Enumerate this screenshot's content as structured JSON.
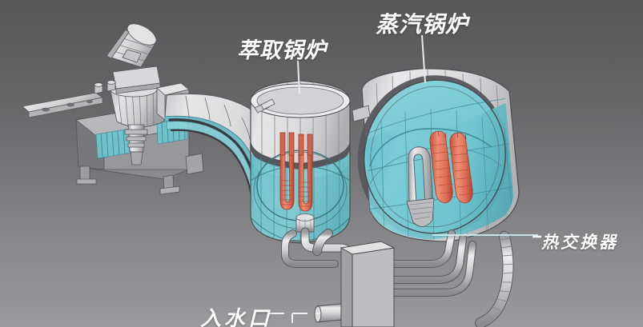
{
  "scene": {
    "title": "Industrial Boiler System 3D CAD Rendering",
    "background": {
      "top_color": "#575758",
      "bottom_color": "#9a9a9c",
      "style": "vertical-gradient-gray"
    },
    "colors": {
      "tank_fluid_cyan": "#6fc4ce",
      "tank_fluid_cyan_light": "#8ad3db",
      "tank_fluid_cyan_dark": "#55aab5",
      "shell_white": "#e2e2e2",
      "shell_shadow": "#b9b9bb",
      "shell_edge": "#4a4a4c",
      "heating_coil_red": "#e06a52",
      "heating_coil_red_dark": "#b8452f",
      "pipe_metal": "#d5d5d7",
      "pipe_metal_dark": "#9d9da0",
      "machine_gray": "#cfcfd1",
      "annotation_text": "#ffffff",
      "leader_line": "#e8e8e8",
      "leader_line_cyan": "#bfeaf0"
    }
  },
  "annotations": [
    {
      "id": "extraction-boiler",
      "text": "萃取锅炉",
      "leader": "line-down-to-tank-1"
    },
    {
      "id": "steam-boiler",
      "text": "蒸汽锅炉",
      "leader": "line-down-to-tank-2"
    },
    {
      "id": "heat-exchanger",
      "text": "热交换器",
      "leader": "line-left-to-tank-2-interior"
    },
    {
      "id": "water-inlet",
      "text": "入水口",
      "leader": "dashed-line-right-to-inlet-port"
    }
  ],
  "components": {
    "mixer_assembly": "agitator-drive-motor-and-gearbox",
    "feed_chute": "curved-cyan-transfer-duct",
    "tank_1": "extraction-boiler-vessel",
    "tank_2": "steam-boiler-vessel",
    "coil_1": "u-tube-heating-element-tank-1",
    "coil_2": "u-tube-heating-element-tank-2",
    "manifold_box": "inlet-manifold-housing",
    "inlet_port": "water-inlet-nozzle",
    "pipe_runs": "interconnecting-process-piping"
  }
}
